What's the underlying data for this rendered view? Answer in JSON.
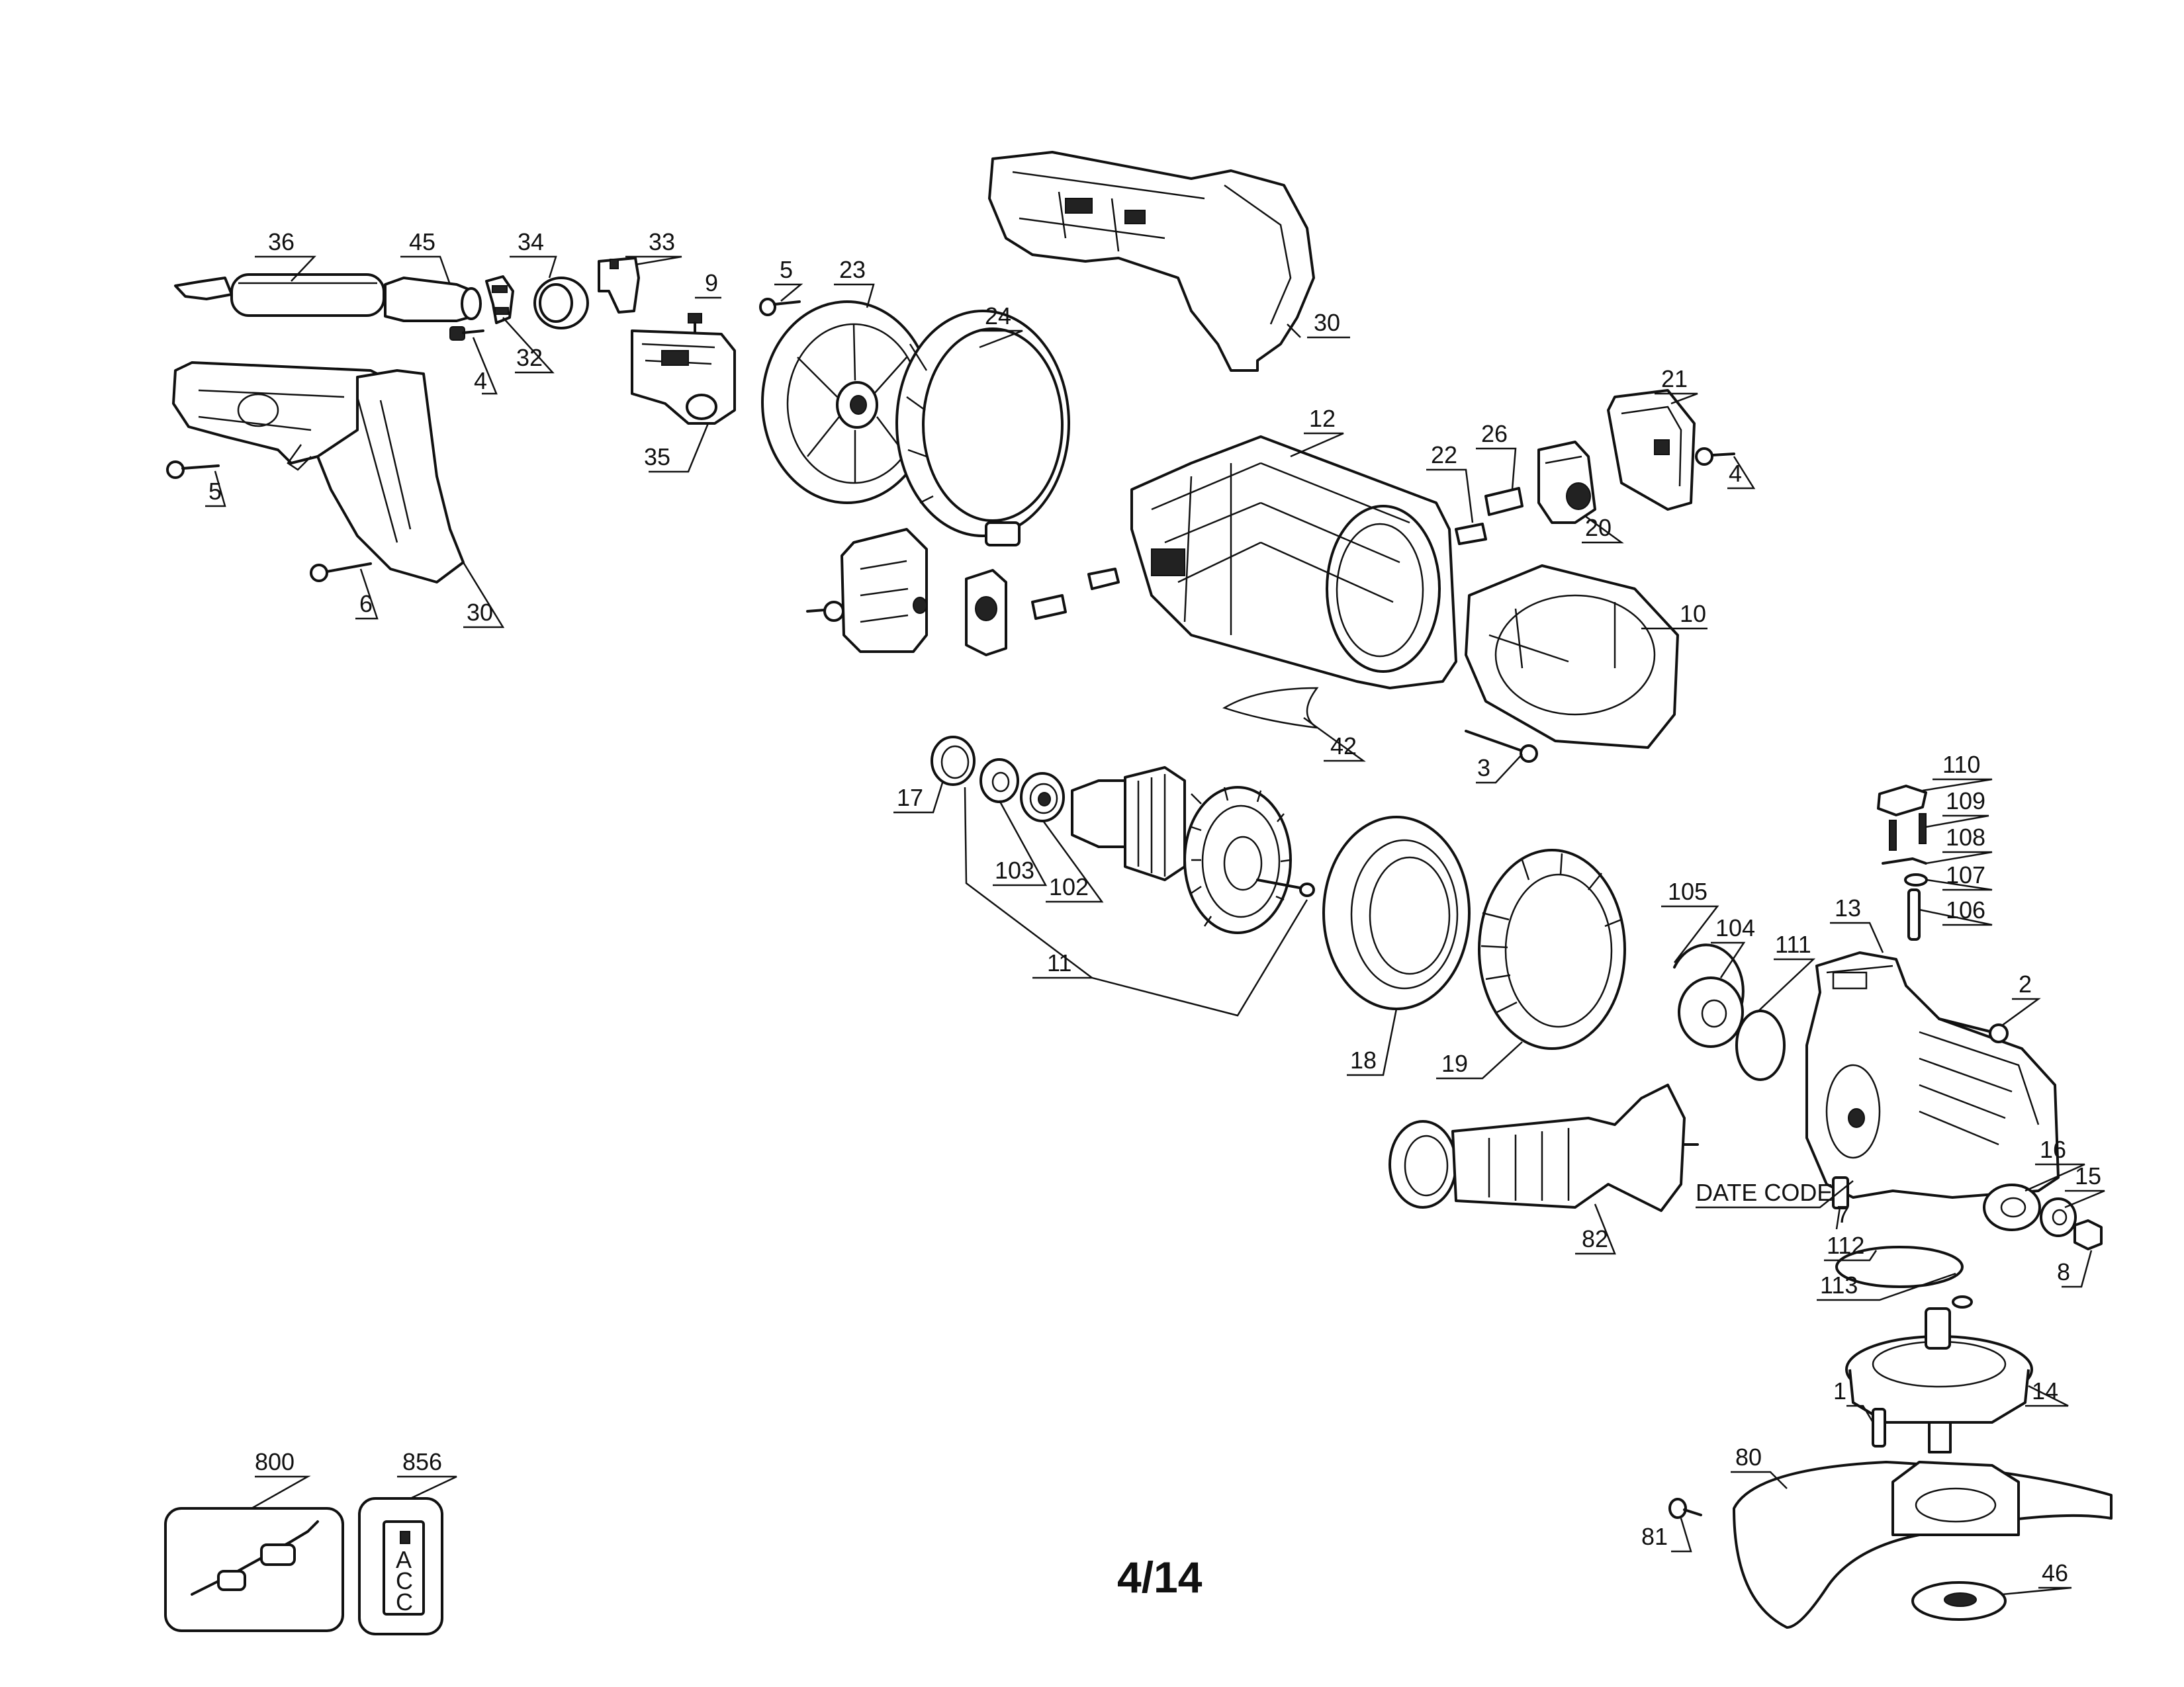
{
  "page_number": "4/14",
  "date_code_label": "DATE CODE",
  "accessory_label_letters": [
    "A",
    "C",
    "C"
  ],
  "callouts": [
    {
      "id": "c36",
      "label": "36"
    },
    {
      "id": "c45",
      "label": "45"
    },
    {
      "id": "c34",
      "label": "34"
    },
    {
      "id": "c33",
      "label": "33"
    },
    {
      "id": "c9",
      "label": "9"
    },
    {
      "id": "c5a",
      "label": "5"
    },
    {
      "id": "c23",
      "label": "23"
    },
    {
      "id": "c24",
      "label": "24"
    },
    {
      "id": "c30a",
      "label": "30"
    },
    {
      "id": "c4a",
      "label": "4"
    },
    {
      "id": "c32",
      "label": "32"
    },
    {
      "id": "c35",
      "label": "35"
    },
    {
      "id": "c5b",
      "label": "5"
    },
    {
      "id": "c6",
      "label": "6"
    },
    {
      "id": "c30b",
      "label": "30"
    },
    {
      "id": "c12",
      "label": "12"
    },
    {
      "id": "c22",
      "label": "22"
    },
    {
      "id": "c26",
      "label": "26"
    },
    {
      "id": "c21",
      "label": "21"
    },
    {
      "id": "c4b",
      "label": "4"
    },
    {
      "id": "c20",
      "label": "20"
    },
    {
      "id": "c10",
      "label": "10"
    },
    {
      "id": "c42",
      "label": "42"
    },
    {
      "id": "c3",
      "label": "3"
    },
    {
      "id": "c17",
      "label": "17"
    },
    {
      "id": "c103",
      "label": "103"
    },
    {
      "id": "c102",
      "label": "102"
    },
    {
      "id": "c11",
      "label": "11"
    },
    {
      "id": "c18",
      "label": "18"
    },
    {
      "id": "c19",
      "label": "19"
    },
    {
      "id": "c105",
      "label": "105"
    },
    {
      "id": "c104",
      "label": "104"
    },
    {
      "id": "c111",
      "label": "111"
    },
    {
      "id": "c13",
      "label": "13"
    },
    {
      "id": "c110",
      "label": "110"
    },
    {
      "id": "c109",
      "label": "109"
    },
    {
      "id": "c108",
      "label": "108"
    },
    {
      "id": "c107",
      "label": "107"
    },
    {
      "id": "c106",
      "label": "106"
    },
    {
      "id": "c2",
      "label": "2"
    },
    {
      "id": "c16",
      "label": "16"
    },
    {
      "id": "c15",
      "label": "15"
    },
    {
      "id": "c7",
      "label": "7"
    },
    {
      "id": "c112",
      "label": "112"
    },
    {
      "id": "c113",
      "label": "113"
    },
    {
      "id": "c8",
      "label": "8"
    },
    {
      "id": "c82",
      "label": "82"
    },
    {
      "id": "c1",
      "label": "1"
    },
    {
      "id": "c14",
      "label": "14"
    },
    {
      "id": "c80",
      "label": "80"
    },
    {
      "id": "c81",
      "label": "81"
    },
    {
      "id": "c46",
      "label": "46"
    },
    {
      "id": "c800",
      "label": "800"
    },
    {
      "id": "c856",
      "label": "856"
    }
  ]
}
